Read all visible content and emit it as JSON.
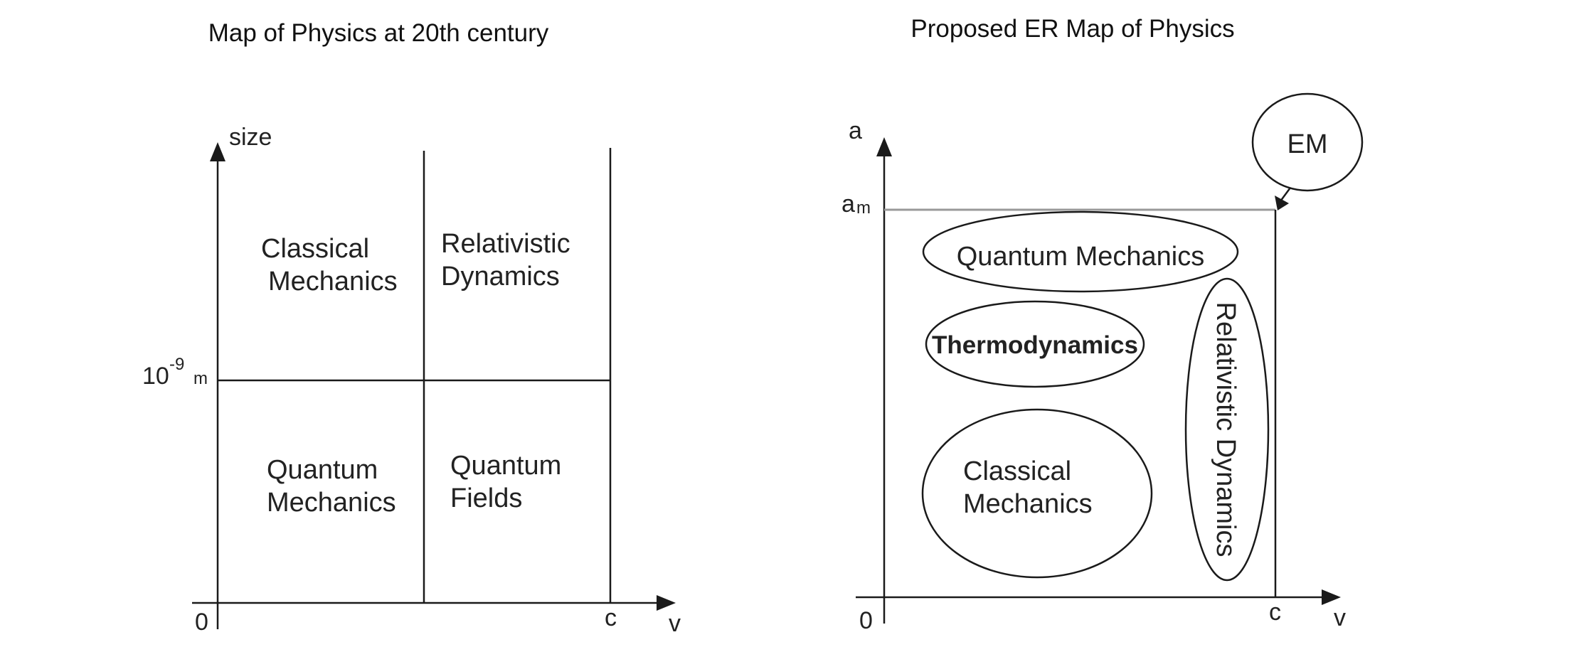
{
  "left_diagram": {
    "title": "Map of Physics at 20th century",
    "y_axis_label": "size",
    "x_axis_label": "v",
    "origin_label": "0",
    "c_label": "c",
    "tick_base": "10",
    "tick_exponent": "-9",
    "tick_unit": "m",
    "cells": {
      "top_left": [
        "Classical",
        "Mechanics"
      ],
      "top_right": [
        "Relativistic",
        "Dynamics"
      ],
      "bottom_left": [
        "Quantum",
        "Mechanics"
      ],
      "bottom_right": [
        "Quantum",
        "Fields"
      ]
    }
  },
  "right_diagram": {
    "title": "Proposed ER Map of Physics",
    "y_axis_label": "a",
    "x_axis_label": "v",
    "origin_label": "0",
    "c_label": "c",
    "am_base": "a",
    "am_sub": "m",
    "em_label": "EM",
    "quantum_mechanics": "Quantum Mechanics",
    "thermodynamics": "Thermodynamics",
    "classical": [
      "Classical",
      "Mechanics"
    ],
    "relativistic": "Relativistic Dynamics"
  }
}
